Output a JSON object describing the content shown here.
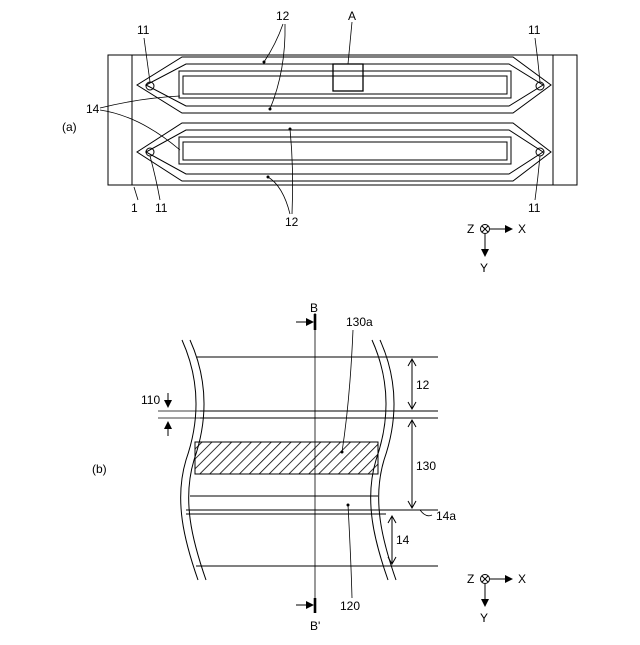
{
  "figure_a": {
    "panel_label": "(a)",
    "labels": {
      "ref_1": "1",
      "ref_11_top_left": "11",
      "ref_11_top_right": "11",
      "ref_11_bottom_left": "11",
      "ref_11_bottom_right": "11",
      "ref_12_top": "12",
      "ref_12_bottom": "12",
      "ref_14": "14",
      "ref_A": "A"
    },
    "axes": {
      "z": "Z",
      "x": "X",
      "y": "Y"
    }
  },
  "figure_b": {
    "panel_label": "(b)",
    "labels": {
      "section_top": "B",
      "section_bottom": "B'",
      "ref_130a": "130a",
      "ref_110": "110",
      "ref_12": "12",
      "ref_130": "130",
      "ref_14a": "14a",
      "ref_14": "14",
      "ref_120": "120"
    },
    "axes": {
      "z": "Z",
      "x": "X",
      "y": "Y"
    }
  }
}
